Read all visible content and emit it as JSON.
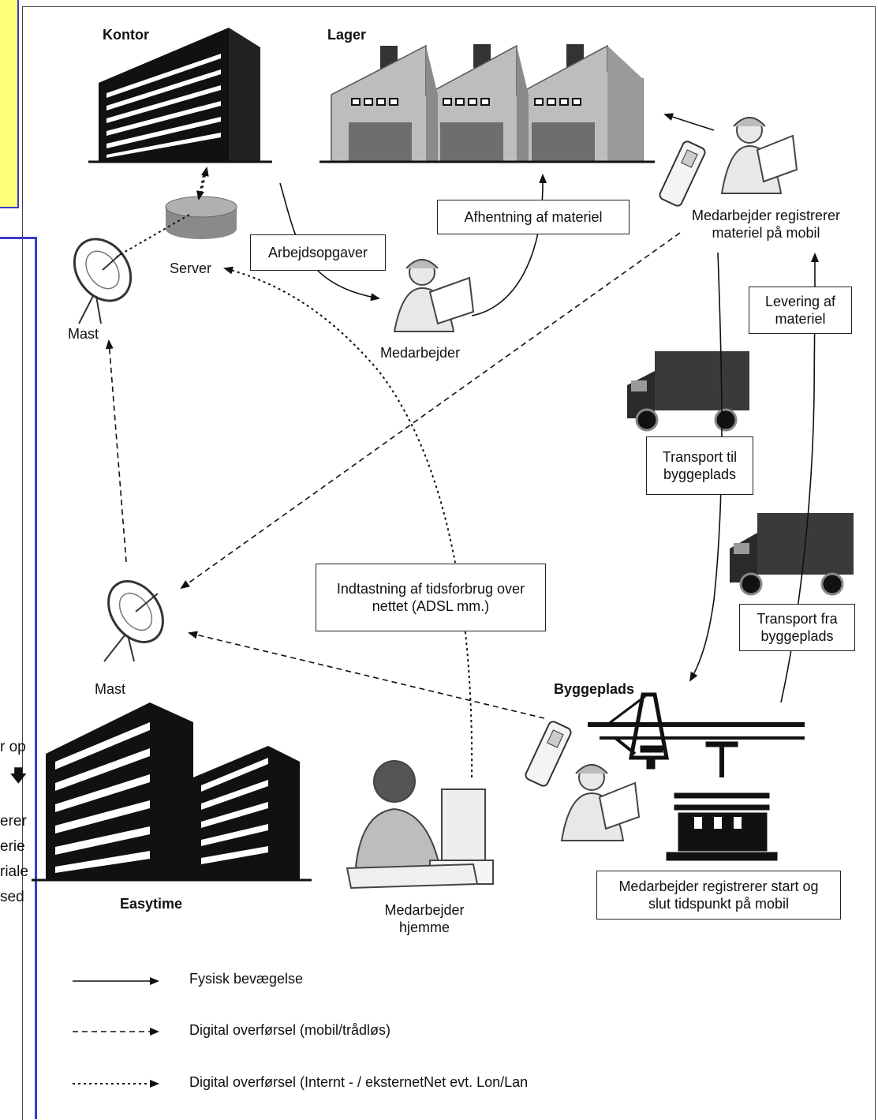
{
  "places": {
    "kontor": "Kontor",
    "lager": "Lager",
    "server": "Server",
    "mast_top": "Mast",
    "mast_bottom": "Mast",
    "easytime": "Easytime",
    "byggeplads": "Byggeplads",
    "medarbejder": "Medarbejder",
    "medarbejder_hjemme": "Medarbejder\nhjemme",
    "medarbejder_registrerer_materiel": "Medarbejder registrerer\nmateriel på mobil"
  },
  "boxes": {
    "arbejdsopgaver": "Arbejdsopgaver",
    "afhentning": "Afhentning af materiel",
    "levering": "Levering af\nmateriel",
    "transport_til": "Transport til\nbyggeplads",
    "transport_fra": "Transport fra\nbyggeplads",
    "indtastning": "Indtastning af tidsforbrug over\nnettet (ADSL mm.)",
    "registrerer_start": "Medarbejder registrerer start og\nslut tidspunkt på mobil"
  },
  "legend": {
    "physical": "Fysisk bevægelse",
    "digital_mobile": "Digital overførsel (mobil/trådløs)",
    "digital_internet": "Digital overførsel (Internt - / eksternetNet evt. Lon/Lan"
  },
  "left_cut_text": {
    "line1": "r op",
    "line2": "erer",
    "line3": "erie",
    "line4": "riale",
    "line5": "sed"
  }
}
